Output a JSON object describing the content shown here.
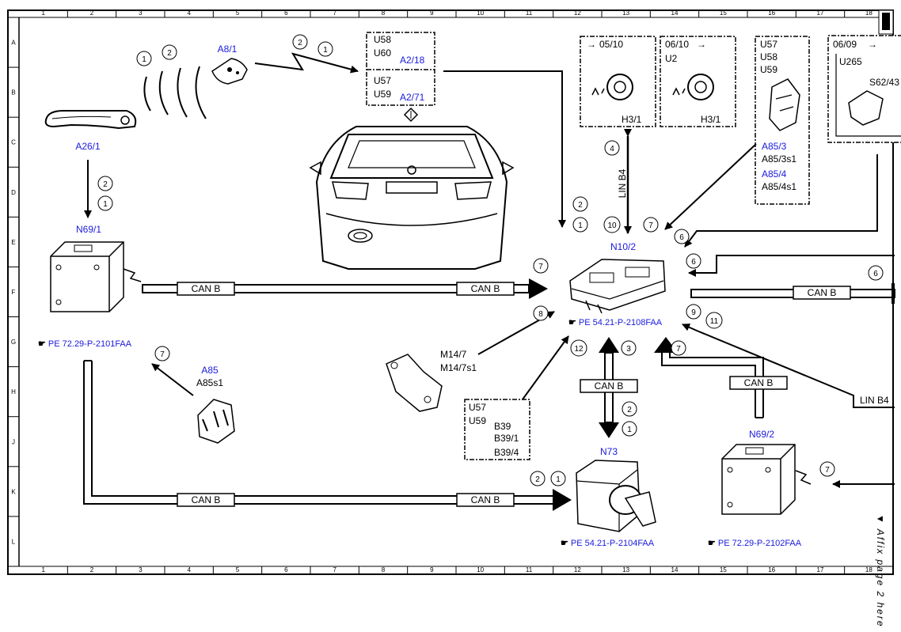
{
  "frame": {
    "col_numbers": [
      "1",
      "2",
      "3",
      "4",
      "5",
      "6",
      "7",
      "8",
      "9",
      "10",
      "11",
      "12",
      "13",
      "14",
      "15",
      "16",
      "17",
      "18"
    ],
    "row_letters": [
      "A",
      "B",
      "C",
      "D",
      "E",
      "F",
      "G",
      "H",
      "J",
      "K",
      "L"
    ]
  },
  "colors": {
    "link_blue": "#1a1adc",
    "line": "#000000"
  },
  "components": {
    "A26_1": "A26/1",
    "A8_1": "A8/1",
    "N69_1": "N69/1",
    "N10_2": "N10/2",
    "N73": "N73",
    "N69_2": "N69/2",
    "A85": "A85",
    "A85s1": "A85s1",
    "A2_18": "A2/18",
    "A2_71": "A2/71",
    "A85_3": "A85/3",
    "A85_3s1": "A85/3s1",
    "A85_4": "A85/4",
    "A85_4s1": "A85/4s1",
    "H3_1_a": "H3/1",
    "H3_1_b": "H3/1",
    "S62_43": "S62/43",
    "M14_7": "M14/7",
    "M14_7s1": "M14/7s1",
    "B39": "B39",
    "B39_1": "B39/1",
    "B39_4": "B39/4"
  },
  "codes": {
    "box_a2": [
      "U58",
      "U60"
    ],
    "box_a2_b": [
      "U57",
      "U59"
    ],
    "box_a85": [
      "U57",
      "U58",
      "U59"
    ],
    "box_b39": [
      "U57",
      "U59"
    ],
    "date_0510": "05/10",
    "date_0610": "06/10",
    "date_0609": "06/09",
    "u2": "U2",
    "u265": "U265"
  },
  "buses": {
    "can_b": "CAN B",
    "lin_b4": "LIN B4"
  },
  "references": {
    "pe_n69_1": "PE 72.29-P-2101FAA",
    "pe_n10_2": "PE 54.21-P-2108FAA",
    "pe_n73": "PE 54.21-P-2104FAA",
    "pe_n69_2": "PE 72.29-P-2102FAA"
  },
  "side_note": "▼ Affix page 2 here ▼",
  "steps": {
    "one": "1",
    "two": "2",
    "three": "3",
    "four": "4",
    "six": "6",
    "seven": "7",
    "eight": "8",
    "nine": "9",
    "ten": "10",
    "eleven": "11",
    "twelve": "12"
  }
}
